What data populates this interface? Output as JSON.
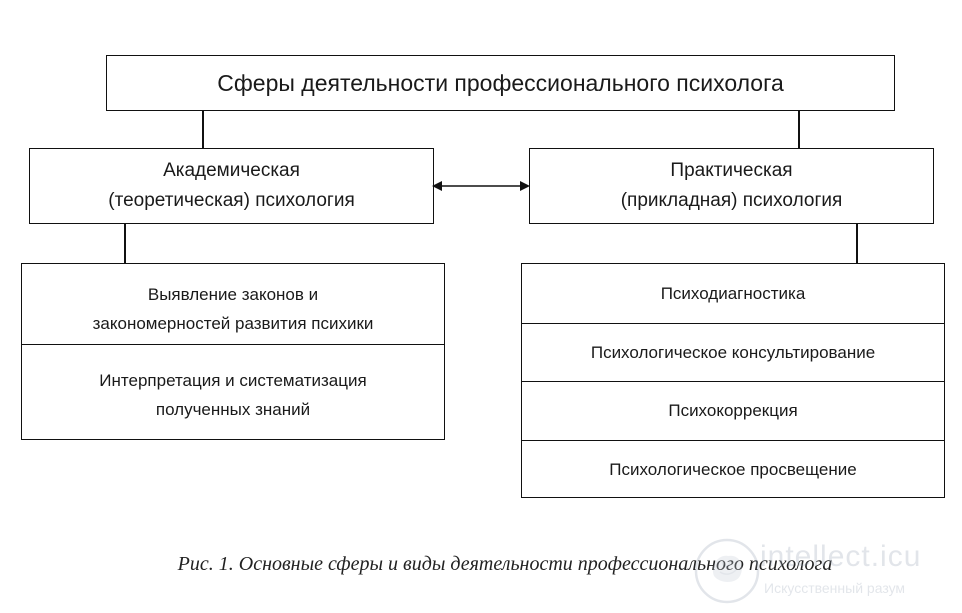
{
  "title": "Сферы деятельности профессионального психолога",
  "categories": {
    "left": {
      "line1": "Академическая",
      "line2": "(теоретическая) психология"
    },
    "right": {
      "line1": "Практическая",
      "line2": "(прикладная) психология"
    }
  },
  "left_items": [
    {
      "line1": "Выявление законов и",
      "line2": "закономерностей развития психики"
    },
    {
      "line1": "Интерпретация и систематизация",
      "line2": "полученных знаний"
    }
  ],
  "right_items": [
    "Психодиагностика",
    "Психологическое консультирование",
    "Психокоррекция",
    "Психологическое просвещение"
  ],
  "caption": "Рис. 1. Основные сферы и виды деятельности профессионального психолога",
  "watermark": {
    "brand": "intellect.icu",
    "tagline": "Искусственный разум"
  }
}
